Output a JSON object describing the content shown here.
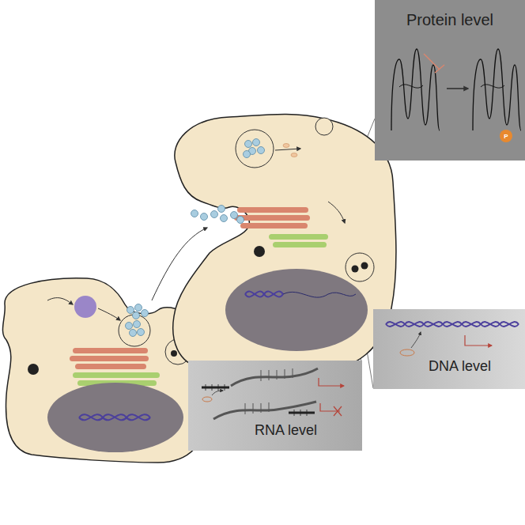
{
  "diagram": {
    "nodes": [
      {
        "text": [
          "Protein level"
        ]
      },
      {
        "text": [
          "DNA level"
        ]
      },
      {
        "text": [
          "RNA level"
        ]
      }
    ],
    "labels": [
      "P"
    ]
  }
}
